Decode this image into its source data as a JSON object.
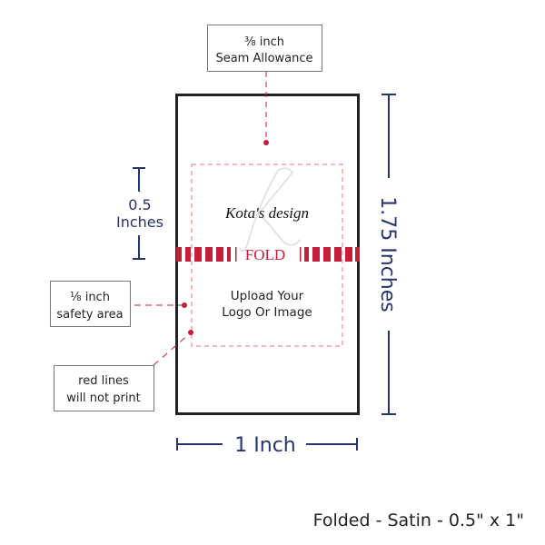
{
  "seam_label": {
    "line1": "⅜ inch",
    "line2": "Seam Allowance"
  },
  "safety_label": {
    "line1": "⅛ inch",
    "line2": "safety area"
  },
  "red_lines_label": {
    "line1": "red lines",
    "line2": "will not print"
  },
  "height_half": {
    "line1": "0.5",
    "line2": "Inches"
  },
  "height_full": "1.75 Inches",
  "width_label": "1 Inch",
  "fold_label": "FOLD",
  "logo_text": "Kota's design",
  "logo_monogram": "K",
  "upload_text": {
    "line1": "Upload Your",
    "line2": "Logo Or Image"
  },
  "caption": "Folded - Satin - 0.5\" x 1\"",
  "colors": {
    "navy": "#263469",
    "red": "#c41e3a",
    "pink": "#f08a98",
    "border": "#222222",
    "box": "#777777"
  }
}
